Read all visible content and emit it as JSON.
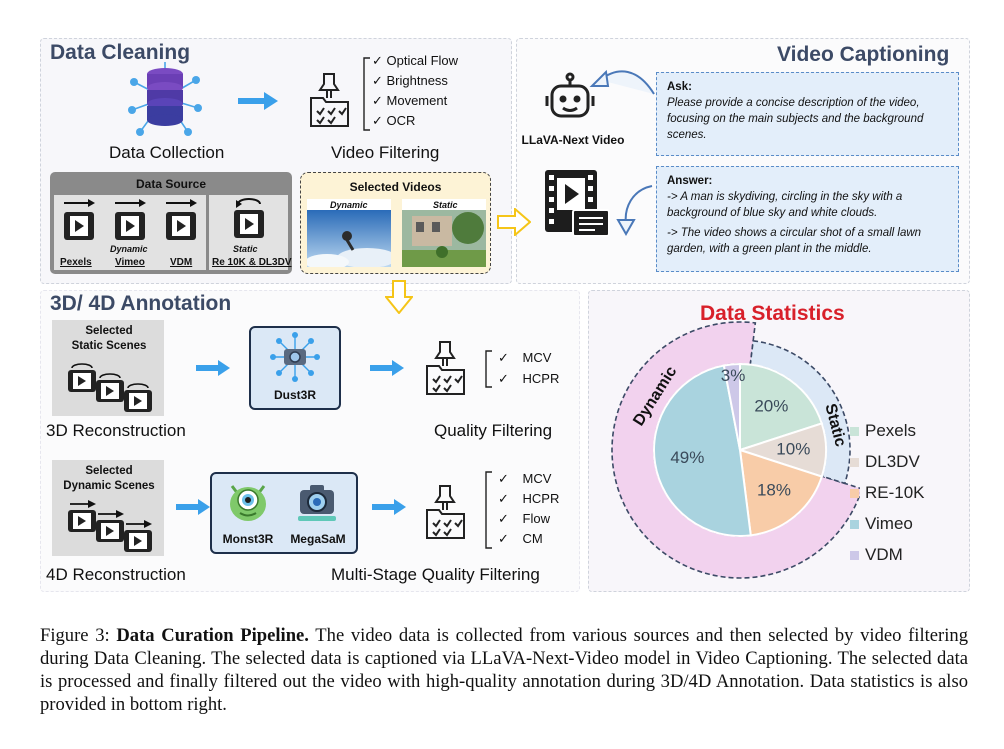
{
  "data_cleaning": {
    "title": "Data Cleaning",
    "data_collection_label": "Data Collection",
    "video_filtering_label": "Video Filtering",
    "filters": [
      "Optical Flow",
      "Brightness",
      "Movement",
      "OCR"
    ],
    "data_source_title": "Data Source",
    "dynamic_label": "Dynamic",
    "static_label": "Static",
    "sources": [
      "Pexels",
      "Vimeo",
      "VDM",
      "Re 10K",
      "DL3DV"
    ],
    "amp": "&",
    "selected_videos_title": "Selected Videos",
    "sel_dynamic": "Dynamic",
    "sel_static": "Static"
  },
  "video_captioning": {
    "title": "Video Captioning",
    "model_label": "LLaVA-Next Video",
    "ask_label": "Ask:",
    "ask_text": "Please provide a concise description of the video, focusing on the main subjects and the background scenes.",
    "answer_label": "Answer:",
    "answer_1": "-> A man is skydiving, circling in the sky with a background of blue sky and white clouds.",
    "answer_2": "-> The video shows a circular shot of a small lawn garden, with a green plant in the middle."
  },
  "annotation": {
    "title": "3D/ 4D Annotation",
    "static_scenes": "Selected Static Scenes",
    "dynamic_scenes": "Selected Dynamic Scenes",
    "dust3r": "Dust3R",
    "monst3r": "Monst3R",
    "megasam": "MegaSaM",
    "recon3d": "3D Reconstruction",
    "recon4d": "4D Reconstruction",
    "quality_filtering": "Quality Filtering",
    "multi_stage": "Multi-Stage Quality Filtering",
    "checks3d": [
      "MCV",
      "HCPR"
    ],
    "checks4d": [
      "MCV",
      "HCPR",
      "Flow",
      "CM"
    ]
  },
  "chart_data": {
    "type": "pie",
    "title": "Data Statistics",
    "inner": [
      {
        "name": "Pexels",
        "value": 20,
        "label": "20%",
        "color": "#c9e4d8"
      },
      {
        "name": "DL3DV",
        "value": 10,
        "label": "10%",
        "color": "#e6dcd6"
      },
      {
        "name": "RE-10K",
        "value": 18,
        "label": "18%",
        "color": "#f8cca8"
      },
      {
        "name": "Vimeo",
        "value": 49,
        "label": "49%",
        "color": "#a9d3df"
      },
      {
        "name": "VDM",
        "value": 3,
        "label": "3%",
        "color": "#cdc8e8"
      }
    ],
    "outer": [
      {
        "name": "Dynamic",
        "value": 72,
        "color": "#f2d2ee"
      },
      {
        "name": "Static",
        "value": 28,
        "color": "#dce8f6"
      }
    ],
    "legend": [
      "Pexels",
      "DL3DV",
      "RE-10K",
      "Vimeo",
      "VDM"
    ],
    "legend_placement": "right"
  },
  "caption": {
    "prefix": "Figure 3: ",
    "bold": "Data Curation Pipeline.",
    "text": " The video data is collected from various sources and then selected by video filtering during Data Cleaning. The selected data is captioned via LLaVA-Next-Video model in Video Captioning. The selected data is processed and finally filtered out the video with high-quality annotation during 3D/4D Annotation. Data statistics is also provided in bottom right."
  },
  "colors": {
    "arrow_blue": "#3aa0ea",
    "arrow_yellow": "#f5c518",
    "title_red": "#d8202a",
    "title_navy": "#3c4a66"
  }
}
